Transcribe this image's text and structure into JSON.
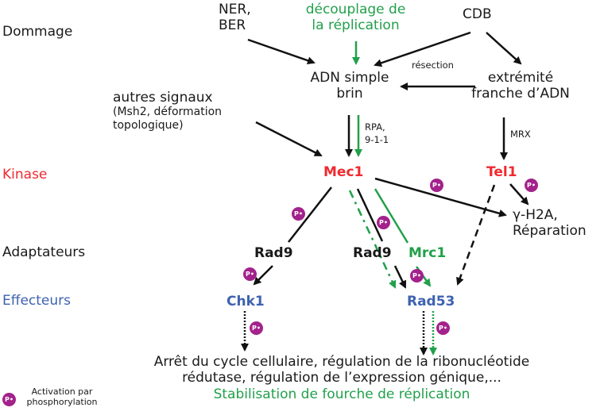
{
  "rows": {
    "damage": "Dommage",
    "kinase": "Kinase",
    "adaptors": "Adaptateurs",
    "effectors": "Effecteurs"
  },
  "nodes": {
    "ner_ber_line1": "NER,",
    "ner_ber_line2": "BER",
    "replication_uncoupling_line1": "découplage de",
    "replication_uncoupling_line2": "la réplication",
    "cdb": "CDB",
    "ssdna_line1": "ADN simple",
    "ssdna_line2": "brin",
    "dna_end_line1": "extrémité",
    "dna_end_line2": "franche d’ADN",
    "other_signals_line1": "autres signaux",
    "other_signals_line2": "(Msh2, déformation",
    "other_signals_line3": "topologique)",
    "mec1": "Mec1",
    "tel1": "Tel1",
    "rad9_left": "Rad9",
    "rad9_mid": "Rad9",
    "mrc1": "Mrc1",
    "chk1": "Chk1",
    "rad53": "Rad53",
    "h2a_line1": "γ-H2A,",
    "h2a_line2": "Réparation"
  },
  "edge_labels": {
    "resection": "résection",
    "rpa_line1": "RPA,",
    "rpa_line2": "9-1-1",
    "mrx": "MRX"
  },
  "phospho_badge": "P•",
  "outcome": {
    "line1": "Arrêt du cycle cellulaire, régulation de la ribonucléotide",
    "line2": "rédutase, régulation de l’expression génique,...",
    "line3": "Stabilisation de fourche de réplication"
  },
  "legend": {
    "line1": "Activation par",
    "line2": "phosphorylation"
  },
  "colors": {
    "kinase": "#ee2a2f",
    "replication_path": "#22a04b",
    "effector": "#3d62b0",
    "phosphorylation": "#a3228b"
  }
}
